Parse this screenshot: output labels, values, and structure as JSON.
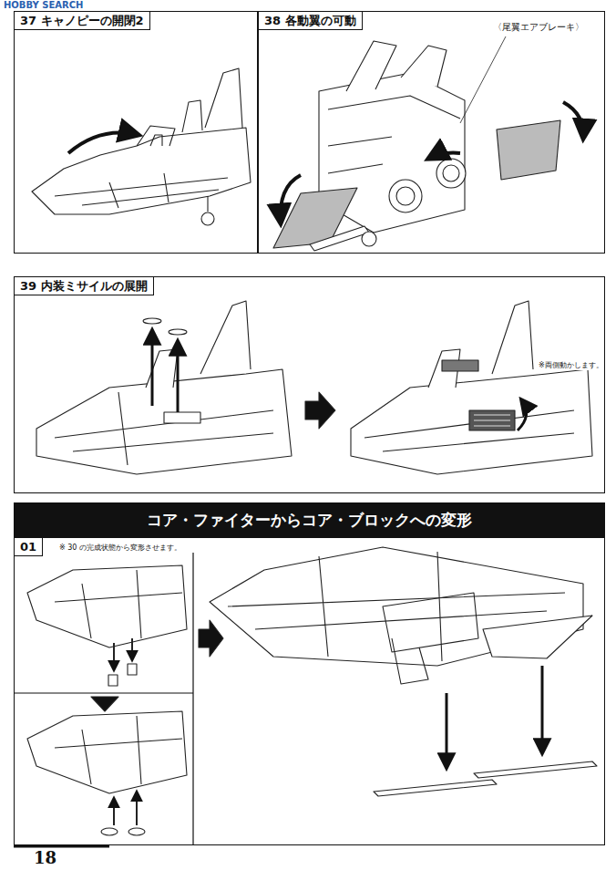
{
  "diagram": {
    "nodes": [
      {
        "text": [
          "37 キャノピーの開閉2"
        ]
      },
      {
        "text": [
          "38 各動翼の可動"
        ]
      },
      {
        "text": [
          "39 内装ミサイルの展開"
        ]
      },
      {
        "text": [
          "コア・ファイターからコア・ブロックへの変形"
        ]
      },
      {
        "text": [
          "01"
        ]
      }
    ],
    "labels": [
      "HOBBY SEARCH",
      "〈尾翼エアブレーキ〉",
      "※両側動かします。",
      "※ 30 の完成状態から変形させます。",
      "18"
    ]
  }
}
